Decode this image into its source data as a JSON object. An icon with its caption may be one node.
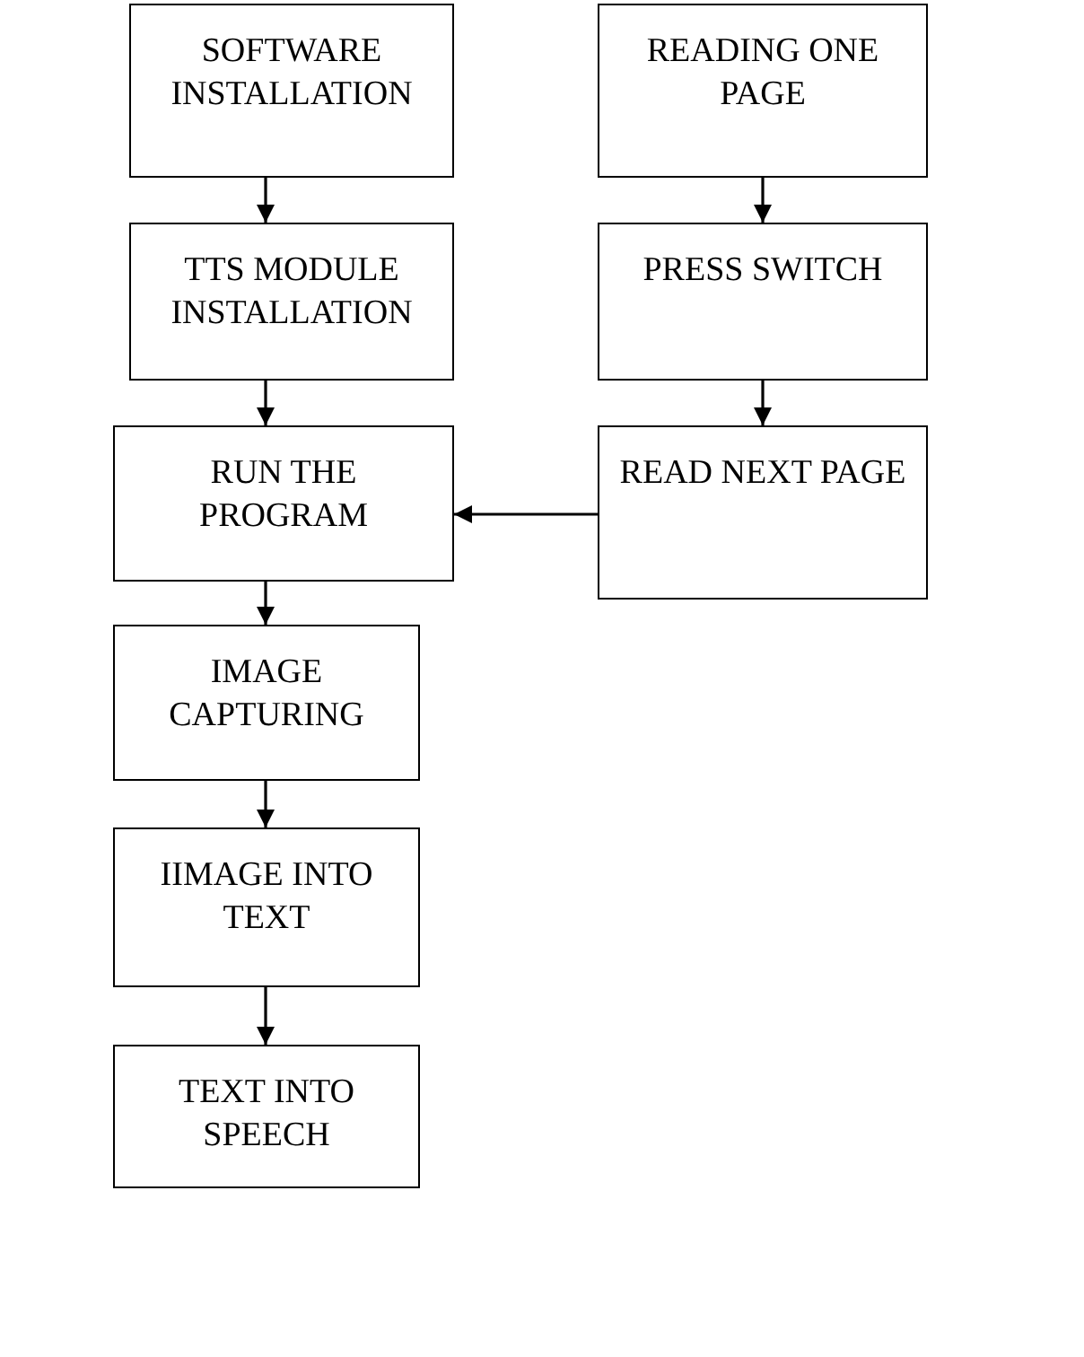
{
  "diagram": {
    "nodes": [
      {
        "text": [
          "SOFTWARE INSTALLATION"
        ]
      },
      {
        "text": [
          "TTS MODULE INSTALLATION"
        ]
      },
      {
        "text": [
          "RUN THE PROGRAM"
        ]
      },
      {
        "text": [
          "IMAGE CAPTURING"
        ]
      },
      {
        "text": [
          "IIMAGE INTO TEXT"
        ]
      },
      {
        "text": [
          "TEXT INTO SPEECH"
        ]
      },
      {
        "text": [
          "READING ONE PAGE"
        ]
      },
      {
        "text": [
          "PRESS SWITCH"
        ]
      },
      {
        "text": [
          "READ NEXT PAGE"
        ]
      }
    ],
    "edges": [
      {
        "from": 0,
        "to": 1,
        "arrow": "to"
      },
      {
        "from": 1,
        "to": 2,
        "arrow": "to"
      },
      {
        "from": 2,
        "to": 3,
        "arrow": "to"
      },
      {
        "from": 3,
        "to": 4,
        "arrow": "to"
      },
      {
        "from": 4,
        "to": 5,
        "arrow": "to"
      },
      {
        "from": 6,
        "to": 7,
        "arrow": "to"
      },
      {
        "from": 7,
        "to": 8,
        "arrow": "to"
      },
      {
        "from": 8,
        "to": 2,
        "arrow": "to"
      }
    ]
  }
}
